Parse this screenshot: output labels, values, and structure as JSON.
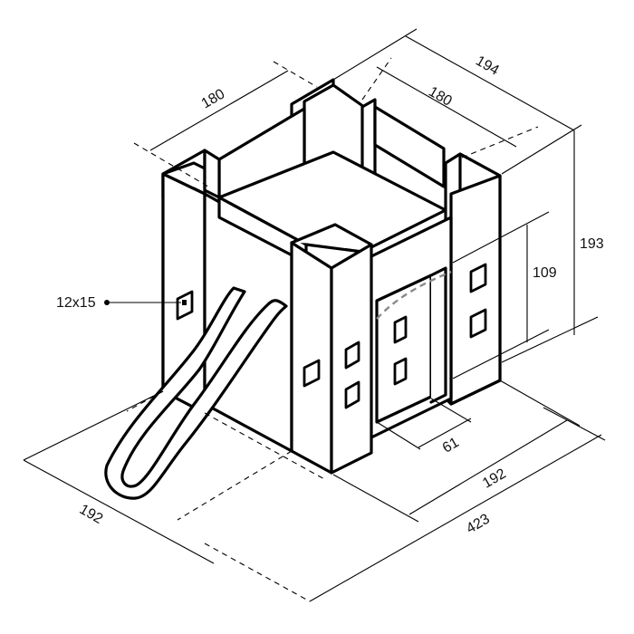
{
  "drawing": {
    "subject": "playhouse-castle-with-slide",
    "units": "cm"
  },
  "dimensions": {
    "top_left_width": "180",
    "top_right_depth": "180",
    "top_right_outer": "194",
    "height_total": "193",
    "door_height": "109",
    "door_width": "61",
    "bottom_right": "192",
    "bottom_total": "423",
    "bottom_left": "192"
  },
  "callouts": {
    "window_size": "12x15"
  },
  "colors": {
    "line": "#000000",
    "background": "#ffffff",
    "hidden_edge": "#8a8a8a"
  }
}
